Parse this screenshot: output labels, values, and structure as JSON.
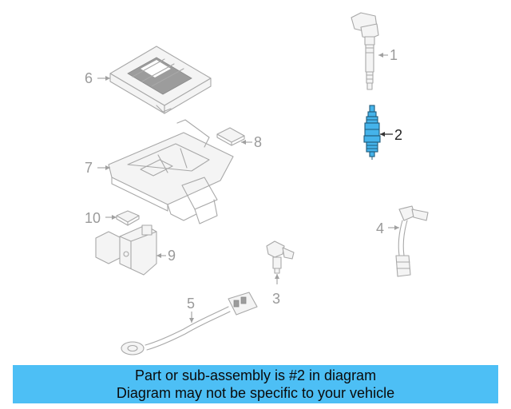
{
  "diagram": {
    "callouts": [
      {
        "id": "1",
        "text": "1"
      },
      {
        "id": "2",
        "text": "2",
        "highlighted": true
      },
      {
        "id": "3",
        "text": "3"
      },
      {
        "id": "4",
        "text": "4"
      },
      {
        "id": "5",
        "text": "5"
      },
      {
        "id": "6",
        "text": "6"
      },
      {
        "id": "7",
        "text": "7"
      },
      {
        "id": "8",
        "text": "8"
      },
      {
        "id": "9",
        "text": "9"
      },
      {
        "id": "10",
        "text": "10"
      }
    ],
    "colors": {
      "highlight_fill": "#45b3ea",
      "highlight_stroke": "#1f5b7a",
      "line_art": "#a8a8a8",
      "banner": "#4dbff5"
    }
  },
  "banner": {
    "line1": "Part or sub-assembly is #2 in diagram",
    "line2": "Diagram may not be specific to your vehicle"
  }
}
